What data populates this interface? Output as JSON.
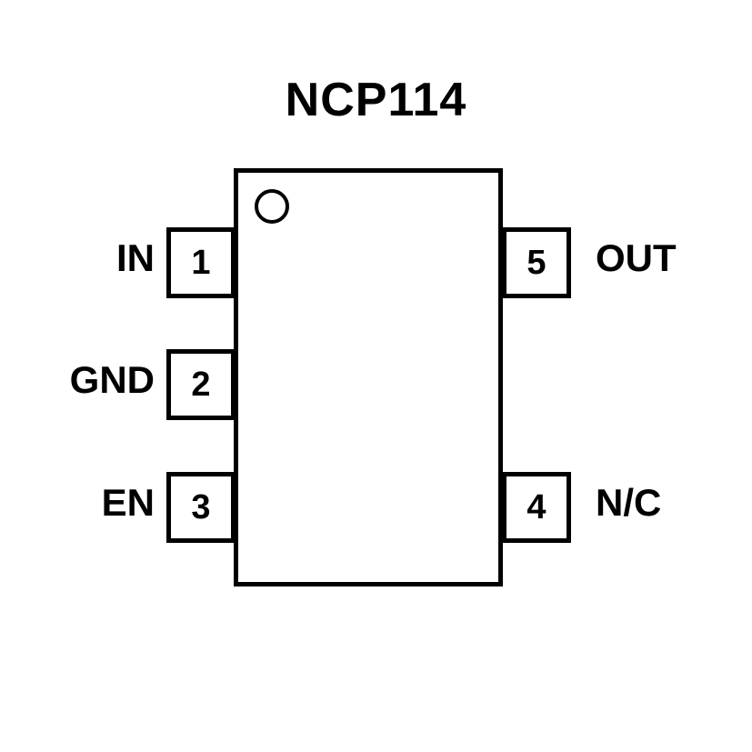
{
  "title": "NCP114",
  "pins": {
    "left": [
      {
        "number": "1",
        "label": "IN"
      },
      {
        "number": "2",
        "label": "GND"
      },
      {
        "number": "3",
        "label": "EN"
      }
    ],
    "right": [
      {
        "number": "5",
        "label": "OUT"
      },
      {
        "number": "4",
        "label": "N/C"
      }
    ]
  }
}
